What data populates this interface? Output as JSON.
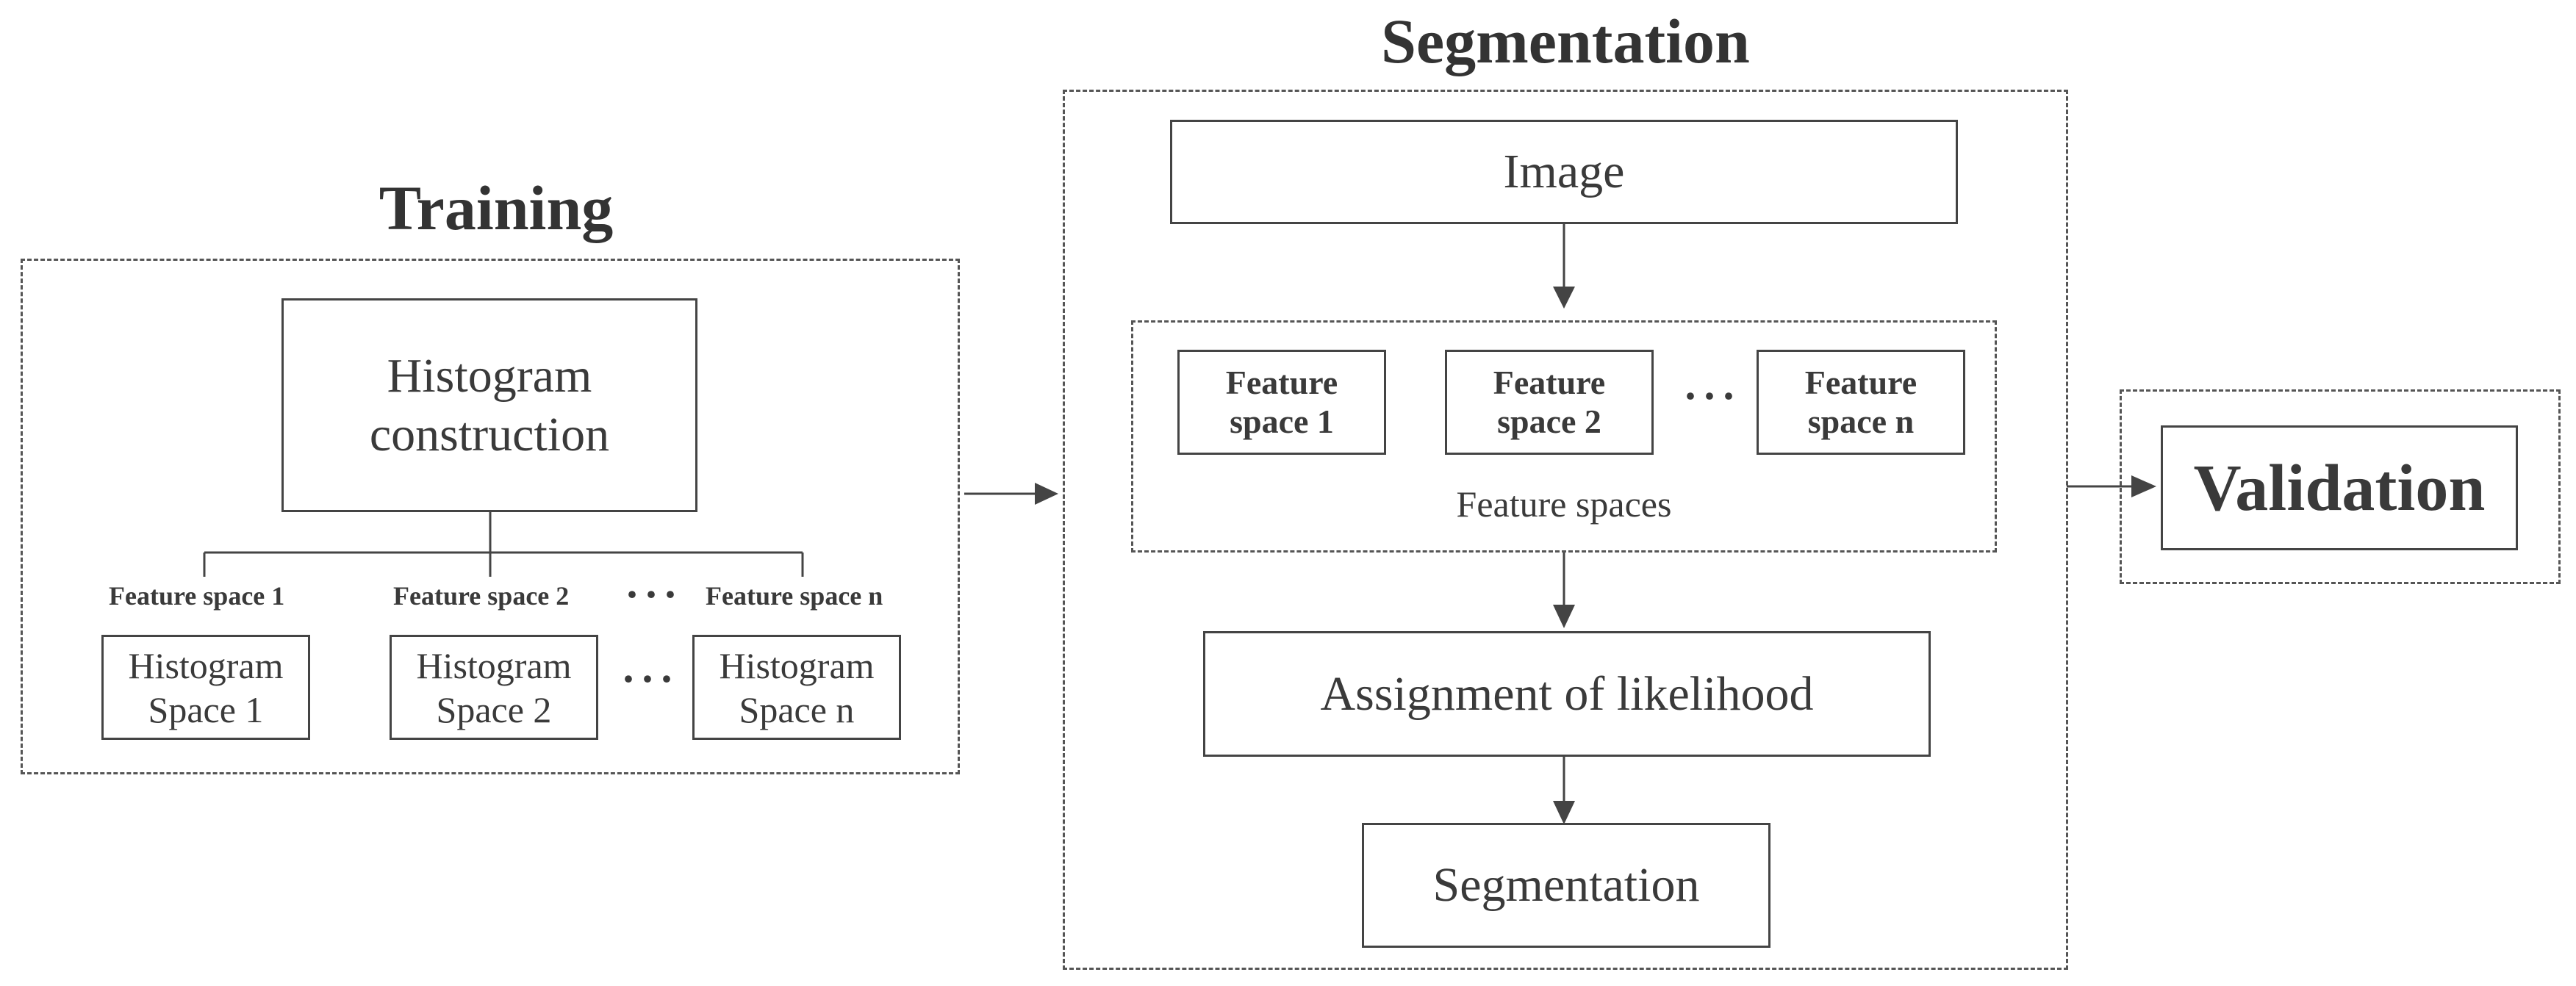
{
  "training": {
    "title": "Training",
    "histogram_construction": "Histogram\nconstruction",
    "feature_labels": [
      "Feature space 1",
      "Feature space 2",
      "Feature space n"
    ],
    "ellipsis": "···",
    "histograms": [
      "Histogram\nSpace 1",
      "Histogram\nSpace 2",
      "Histogram\nSpace n"
    ]
  },
  "segmentation": {
    "title": "Segmentation",
    "image": "Image",
    "feature_spaces": [
      "Feature\nspace 1",
      "Feature\nspace 2",
      "Feature\nspace n"
    ],
    "ellipsis": "···",
    "feature_spaces_label": "Feature spaces",
    "assignment": "Assignment of likelihood",
    "segmentation_box": "Segmentation"
  },
  "validation": {
    "label": "Validation"
  }
}
